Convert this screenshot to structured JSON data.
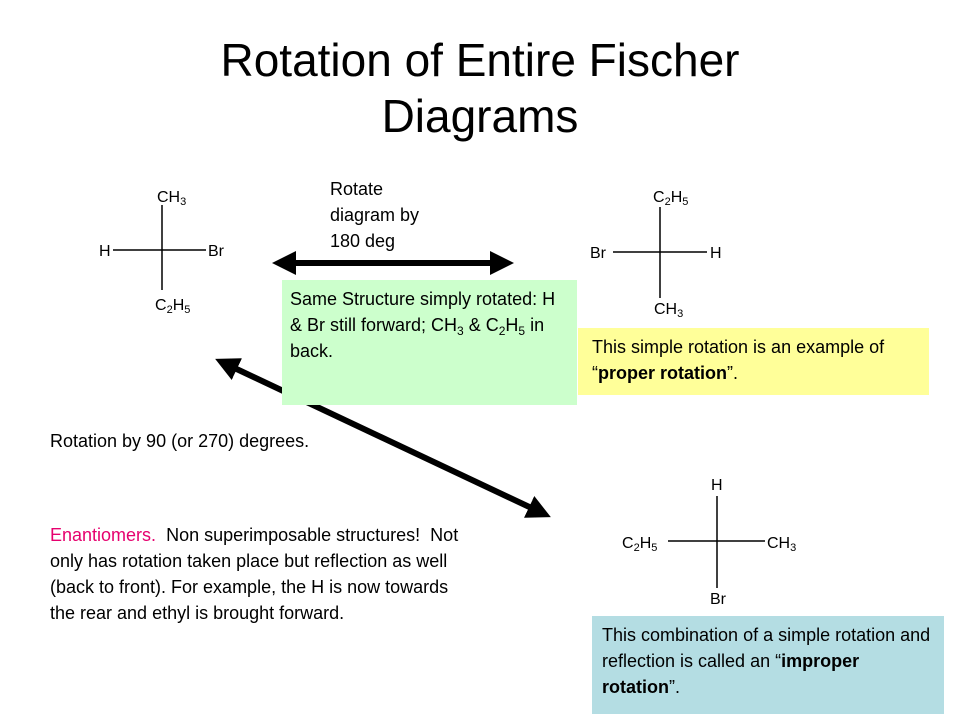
{
  "slide": {
    "title_line1": "Rotation of Entire Fischer",
    "title_line2": "Diagrams",
    "rotate_note": {
      "line1": "Rotate",
      "line2": "diagram by",
      "line3": "180 deg"
    },
    "same_structure_box": {
      "part1": "Same Structure simply rotated: H & Br still forward; CH",
      "sub1": "3",
      "part2": " & C",
      "sub2": "2",
      "part3": "H",
      "sub3": "5",
      "part4": " in back."
    },
    "proper_box": {
      "before": "This simple rotation is an example of “",
      "bold": "proper rotation",
      "after": "”."
    },
    "rotation90": "Rotation by 90 (or 270) degrees.",
    "enantiomers": {
      "label": "Enantiomers.",
      "text": "  Non superimposable structures!  Not only has rotation taken place but reflection as well (back to front). For example, the H is now towards the rear and ethyl is brought forward."
    },
    "improper_box": {
      "before": "This combination of a simple rotation and reflection is called an “",
      "bold": "improper rotation",
      "after": "”."
    }
  },
  "molecules": {
    "m1": {
      "top": "CH3",
      "bottom": "C2H5",
      "left": "H",
      "right": "Br"
    },
    "m2": {
      "top": "C2H5",
      "bottom": "CH3",
      "left": "Br",
      "right": "H"
    },
    "m3": {
      "top": "H",
      "bottom": "Br",
      "left": "C2H5",
      "right": "CH3"
    }
  },
  "colors": {
    "green_box": "#ccffcc",
    "yellow_box": "#ffff99",
    "teal_box": "#b4dde3",
    "enantiomer_label": "#e6006e"
  }
}
